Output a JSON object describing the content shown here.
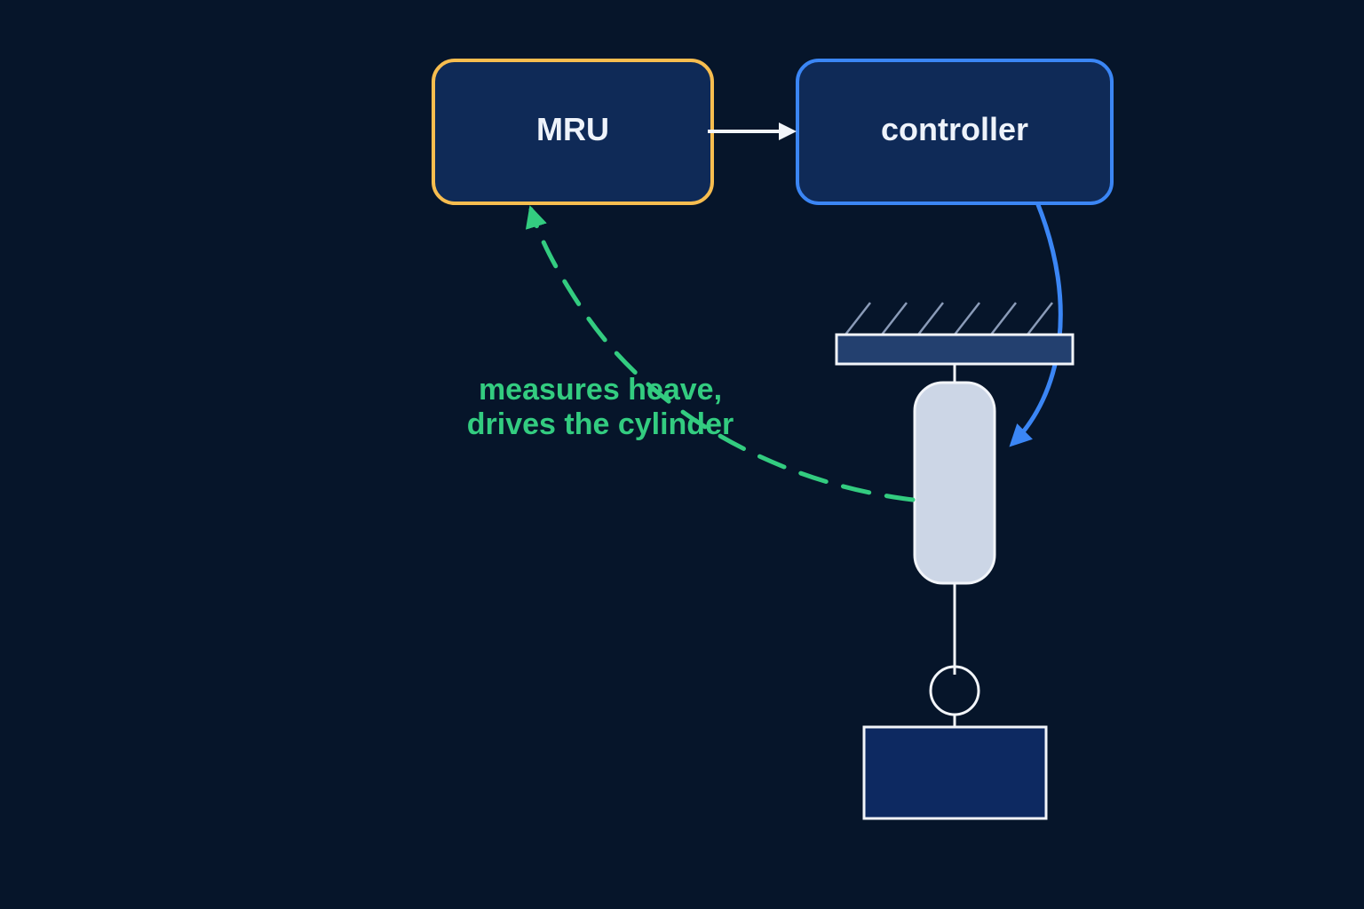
{
  "nodes": {
    "mru": {
      "label": "MRU"
    },
    "controller": {
      "label": "controller"
    }
  },
  "feedback": {
    "line1": "measures heave,",
    "line2": "drives the cylinder"
  },
  "colors": {
    "background": "#06152a",
    "box_fill": "#0f2a57",
    "mru_border": "#f7bd4f",
    "controller_border": "#3b86f5",
    "text": "#eef3fb",
    "feedback": "#33cc80",
    "beam_fill": "#23406f",
    "hatch": "#8a9bb8",
    "cylinder_fill": "#ccd6e6",
    "payload_fill": "#0d2961",
    "line": "#f2f5fa"
  }
}
